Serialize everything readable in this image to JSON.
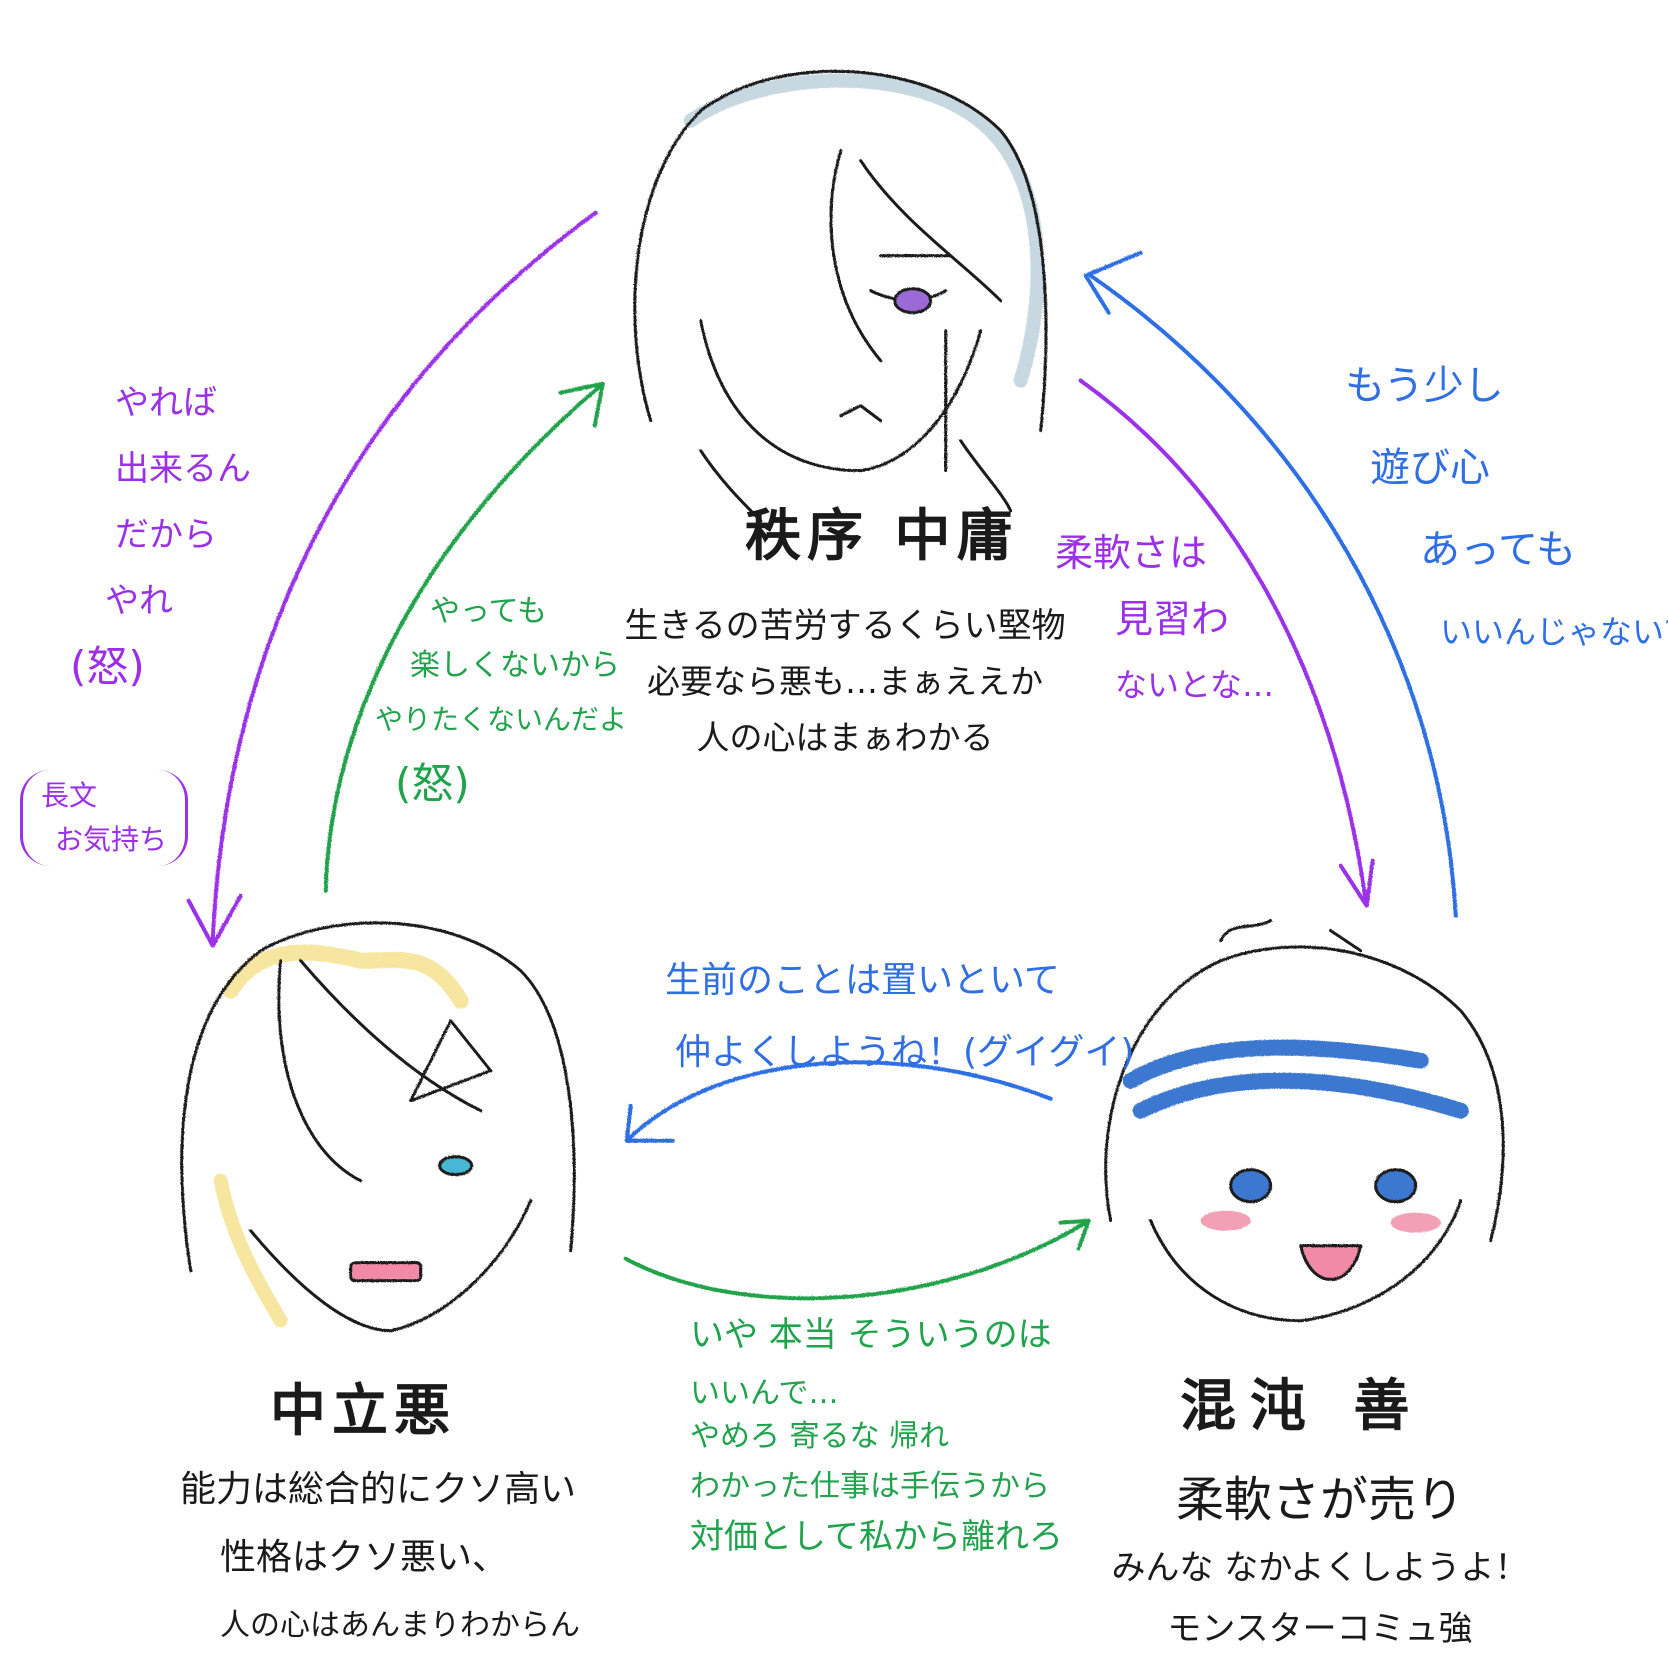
{
  "colors": {
    "purple": "#9b30e8",
    "green": "#20a34c",
    "blue": "#2f6fe3",
    "ink": "#1a1a1a"
  },
  "characters": {
    "top": {
      "alignment": "秩序 中庸",
      "lines": [
        "生きるの苦労するくらい堅物",
        "必要なら悪も…まぁええか",
        "人の心はまぁわかる"
      ]
    },
    "left": {
      "alignment": "中立悪",
      "lines": [
        "能力は総合的にクソ高い",
        "性格はクソ悪い、",
        "人の心はあんまりわからん"
      ]
    },
    "right": {
      "alignment": "混沌 善",
      "lines": [
        "柔軟さが売り",
        "みんな なかよくしようよ！",
        "モンスターコミュ強"
      ]
    }
  },
  "relations": {
    "top_to_left": {
      "lines": [
        "やれば",
        "出来るん",
        "だから",
        "やれ",
        "(怒)"
      ],
      "aside": [
        "長文",
        "お気持ち"
      ]
    },
    "left_to_top": {
      "lines": [
        "やっても",
        "楽しくないから",
        "やりたくないんだよ",
        "(怒)"
      ]
    },
    "top_to_right": {
      "lines": [
        "柔軟さは",
        "見習わ",
        "ないとな…"
      ]
    },
    "right_to_top": {
      "lines": [
        "もう少し",
        "遊び心",
        "あっても",
        "いいんじゃない?"
      ]
    },
    "right_to_left": {
      "lines": [
        "生前のことは置いといて",
        "仲よくしようね！(グイグイ)"
      ]
    },
    "left_to_right": {
      "lines": [
        "いや 本当 そういうのは",
        "いいんで…",
        "やめろ 寄るな 帰れ",
        "わかった仕事は手伝うから",
        "対価として私から離れろ"
      ]
    }
  }
}
